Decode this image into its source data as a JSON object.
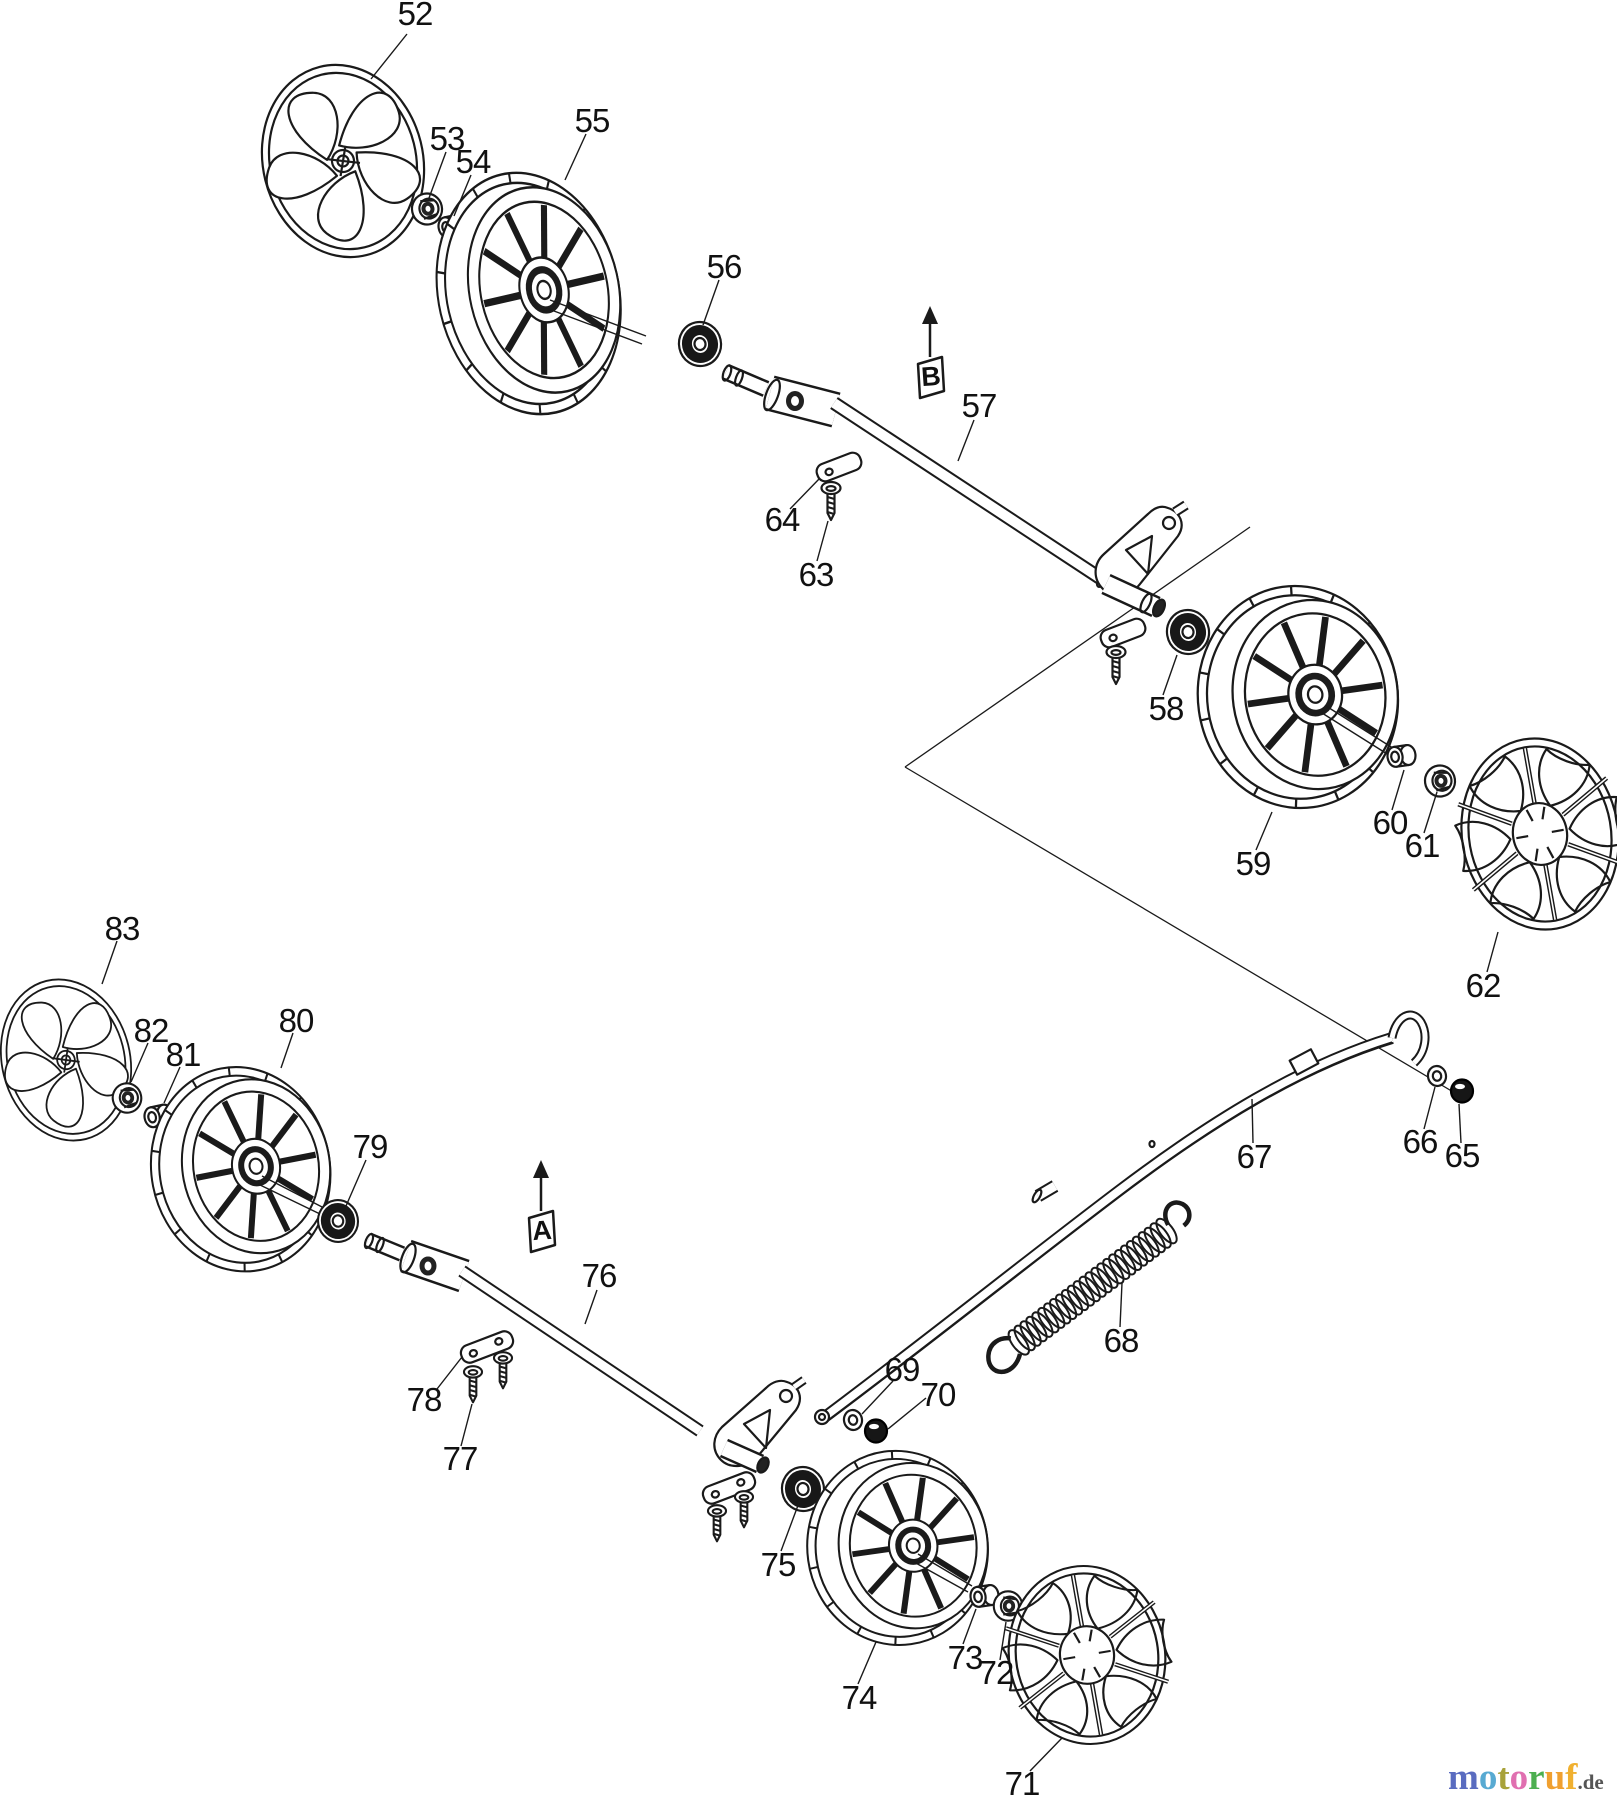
{
  "diagram": {
    "title": "wheel-height-adjuster exploded parts diagram",
    "parts": [
      "52",
      "53",
      "54",
      "55",
      "56",
      "57",
      "58",
      "59",
      "60",
      "61",
      "62",
      "63",
      "64",
      "65",
      "66",
      "67",
      "68",
      "69",
      "70",
      "71",
      "72",
      "73",
      "74",
      "75",
      "76",
      "77",
      "78",
      "79",
      "80",
      "81",
      "82",
      "83"
    ],
    "section_markers": {
      "a": "A",
      "b": "B"
    },
    "line_color": "#1a1a1a"
  },
  "watermark": {
    "letters": [
      {
        "char": "m",
        "color": "#5a6cc0"
      },
      {
        "char": "o",
        "color": "#58aad2"
      },
      {
        "char": "t",
        "color": "#a8a23a"
      },
      {
        "char": "o",
        "color": "#e070b0"
      },
      {
        "char": "r",
        "color": "#4caf50"
      },
      {
        "char": "u",
        "color": "#f0a030"
      },
      {
        "char": "f",
        "color": "#f0b030"
      }
    ],
    "suffix": ".de",
    "suffix_color": "#555555"
  }
}
